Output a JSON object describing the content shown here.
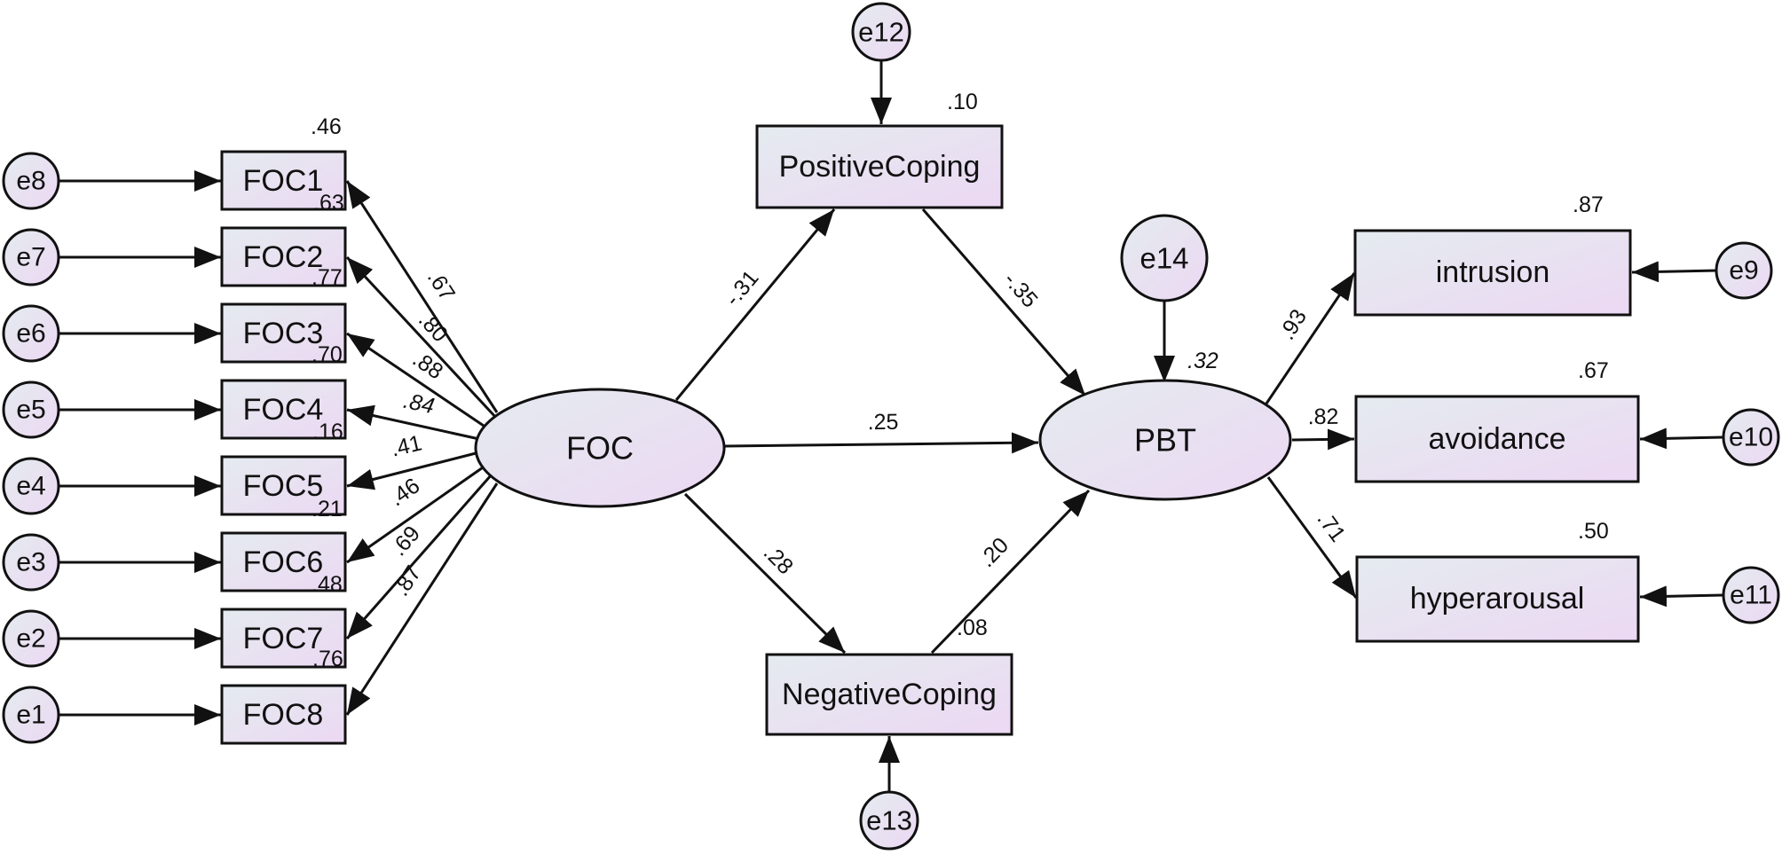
{
  "colors": {
    "fill_start": "#e4ebef",
    "fill_end": "#ecd8f3",
    "stroke": "#111111"
  },
  "nodes": {
    "e8": "e8",
    "e7": "e7",
    "e6": "e6",
    "e5": "e5",
    "e4": "e4",
    "e3": "e3",
    "e2": "e2",
    "e1": "e1",
    "foc1": "FOC1",
    "foc2": "FOC2",
    "foc3": "FOC3",
    "foc4": "FOC4",
    "foc5": "FOC5",
    "foc6": "FOC6",
    "foc7": "FOC7",
    "foc8": "FOC8",
    "foc": "FOC",
    "positive": "PositiveCoping",
    "negative": "NegativeCoping",
    "pbt": "PBT",
    "e12": "e12",
    "e13": "e13",
    "e14": "e14",
    "intrusion": "intrusion",
    "avoidance": "avoidance",
    "hyperarousal": "hyperarousal",
    "e9": "e9",
    "e10": "e10",
    "e11": "e11"
  },
  "r_squared": {
    "foc1": ".46",
    "foc2": ".63",
    "foc3": ".77",
    "foc4": ".70",
    "foc5": ".16",
    "foc6": ".21",
    "foc7": ".48",
    "foc8": ".76",
    "positive": ".10",
    "negative": ".08",
    "pbt": ".32",
    "intrusion": ".87",
    "avoidance": ".67",
    "hyperarousal": ".50"
  },
  "loadings": {
    "foc1": ".67",
    "foc2": ".80",
    "foc3": ".88",
    "foc4": ".84",
    "foc5": ".41",
    "foc6": ".46",
    "foc7": ".69",
    "foc8": ".87",
    "intrusion": ".93",
    "avoidance": ".82",
    "hyperarousal": ".71"
  },
  "paths": {
    "foc_positive": "-.31",
    "positive_pbt": "-.35",
    "foc_pbt": ".25",
    "foc_negative": ".28",
    "negative_pbt": ".20"
  }
}
